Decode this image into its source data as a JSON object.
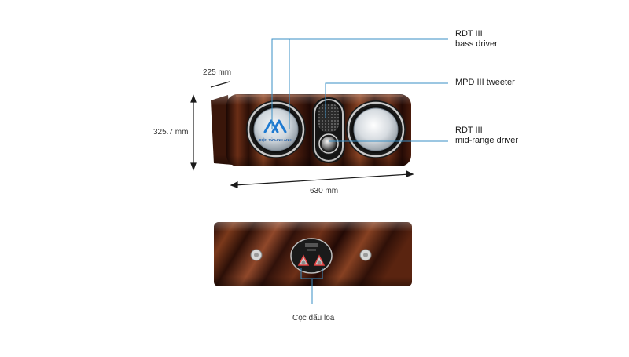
{
  "dimensions": {
    "depth": "225 mm",
    "height": "325.7 mm",
    "width": "630 mm"
  },
  "callouts": {
    "bass_driver": {
      "line1": "RDT III",
      "line2": "bass driver"
    },
    "tweeter": {
      "line1": "MPD III tweeter"
    },
    "midrange_driver": {
      "line1": "RDT III",
      "line2": "mid-range driver"
    },
    "terminals": {
      "line1": "Cọc đấu loa"
    }
  },
  "logo_text": "ĐIỆN TỬ LINH ANH",
  "colors": {
    "callout_line": "#3a8fc4",
    "wood_dark": "#2a0f08",
    "wood_light": "#7a3a1e"
  }
}
